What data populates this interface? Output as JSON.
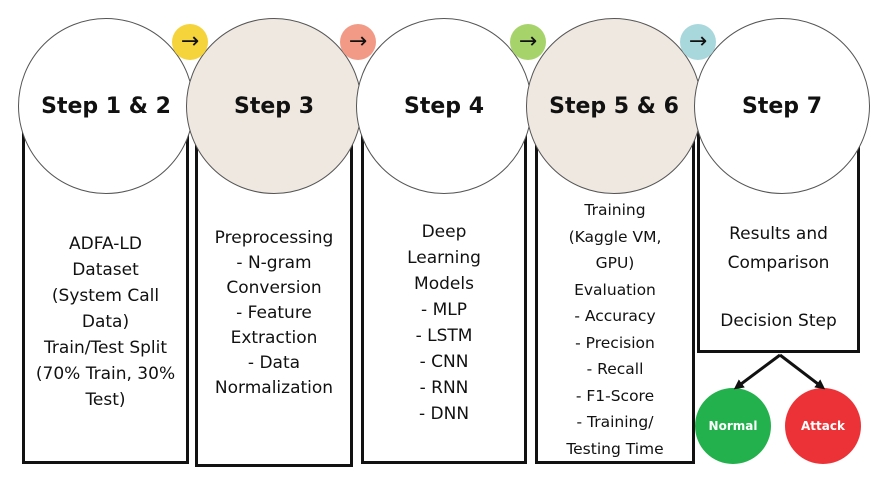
{
  "steps": [
    {
      "title": "Step 1 & 2",
      "lines": [
        "ADFA-LD",
        "Dataset",
        "(System Call",
        "Data)",
        "Train/Test Split",
        "(70% Train, 30%",
        "Test)"
      ]
    },
    {
      "title": "Step 3",
      "lines": [
        "Preprocessing",
        "- N-gram",
        "Conversion",
        "- Feature",
        "Extraction",
        "- Data",
        "Normalization"
      ]
    },
    {
      "title": "Step 4",
      "lines": [
        "Deep",
        "Learning",
        "Models",
        "- MLP",
        "- LSTM",
        "- CNN",
        "- RNN",
        "- DNN"
      ]
    },
    {
      "title": "Step 5 & 6",
      "lines": [
        "Training",
        "(Kaggle VM,",
        "GPU)",
        "Evaluation",
        "- Accuracy",
        "- Precision",
        "- Recall",
        "- F1-Score",
        "- Training/",
        "Testing Time"
      ]
    },
    {
      "title": "Step 7",
      "lines": [
        "Results and",
        "Comparison",
        "",
        "Decision Step"
      ]
    }
  ],
  "arrow_glyph": "→",
  "arrow_colors": [
    "#f5d33b",
    "#f29a86",
    "#a7d36b",
    "#a8d8dc"
  ],
  "circle_fills": [
    "white",
    "beige",
    "white",
    "beige",
    "white"
  ],
  "outcomes": [
    {
      "label": "Normal",
      "color": "#22b14c"
    },
    {
      "label": "Attack",
      "color": "#ed3237"
    }
  ]
}
